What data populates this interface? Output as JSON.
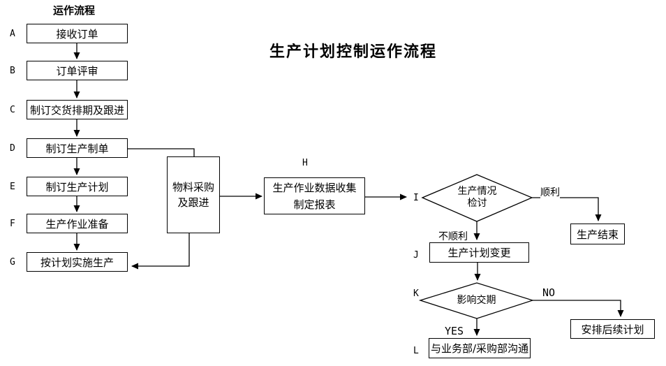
{
  "titles": {
    "flow": "运作流程",
    "main": "生产计划控制运作流程"
  },
  "left_column": [
    {
      "id": "A",
      "label": "接收订单"
    },
    {
      "id": "B",
      "label": "订单评审"
    },
    {
      "id": "C",
      "label": "制订交货排期及跟进"
    },
    {
      "id": "D",
      "label": "制订生产制单"
    },
    {
      "id": "E",
      "label": "制订生产计划"
    },
    {
      "id": "F",
      "label": "生产作业准备"
    },
    {
      "id": "G",
      "label": "按计划实施生产"
    }
  ],
  "material_box": {
    "line1": "物料采购",
    "line2": "及跟进"
  },
  "data_collection": {
    "id": "H",
    "line1": "生产作业数据收集",
    "line2": "制定报表"
  },
  "decision_production": {
    "id": "I",
    "line1": "生产情况",
    "line2": "检讨"
  },
  "production_end": {
    "label": "生产结束"
  },
  "plan_change": {
    "id": "J",
    "label": "生产计划变更"
  },
  "decision_delivery": {
    "id": "K",
    "label": "影响交期"
  },
  "followup_plan": {
    "label": "安排后续计划"
  },
  "communicate": {
    "id": "L",
    "label": "与业务部/采购部沟通"
  },
  "edge_labels": {
    "smooth": "顺利",
    "not_smooth": "不顺利",
    "no": "NO",
    "yes": "YES"
  },
  "colors": {
    "line": "#000000",
    "background": "#ffffff"
  }
}
